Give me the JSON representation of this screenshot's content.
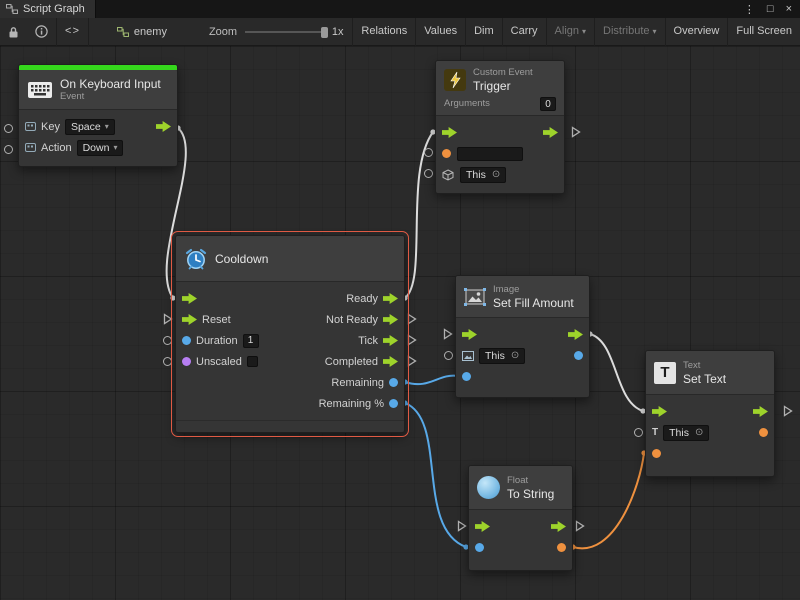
{
  "window": {
    "tab": "Script Graph",
    "menu_icon": "⋮",
    "maximize_icon": "□",
    "close_icon": "×"
  },
  "toolbar": {
    "code_icon": "<>",
    "graph_name": "enemy",
    "zoom_label": "Zoom",
    "zoom_value": "1x",
    "buttons": [
      {
        "label": "Relations"
      },
      {
        "label": "Values"
      },
      {
        "label": "Dim"
      },
      {
        "label": "Carry"
      },
      {
        "label": "Align"
      },
      {
        "label": "Distribute"
      },
      {
        "label": "Overview"
      },
      {
        "label": "Full Screen"
      }
    ]
  },
  "ui": {
    "caret": "▾",
    "picker": "⊙",
    "text_icon": "T"
  },
  "colors": {
    "flow_green": "#9ed32b",
    "float_blue": "#58a9e8",
    "string_orange": "#ef913f",
    "bool_purple": "#b77ef2",
    "selection_red": "#e05a44",
    "event_green": "#35d71c"
  },
  "nodes": {
    "keyboard": {
      "title": "On Keyboard Input",
      "subtitle": "Event",
      "rows": [
        {
          "label": "Key",
          "value": "Space"
        },
        {
          "label": "Action",
          "value": "Down"
        }
      ]
    },
    "custom_event": {
      "category": "Custom Event",
      "title": "Trigger",
      "arguments_label": "Arguments",
      "arguments_value": "0",
      "this_label": "This"
    },
    "cooldown": {
      "title": "Cooldown",
      "duration_value": "1",
      "left_ports": [
        "Reset",
        "Duration",
        "Unscaled"
      ],
      "right_ports": [
        "Ready",
        "Not Ready",
        "Tick",
        "Completed",
        "Remaining",
        "Remaining %"
      ]
    },
    "image": {
      "category": "Image",
      "title": "Set Fill Amount",
      "this_label": "This"
    },
    "text": {
      "category": "Text",
      "title": "Set Text",
      "this_label": "This"
    },
    "float": {
      "category": "Float",
      "title": "To String"
    }
  }
}
